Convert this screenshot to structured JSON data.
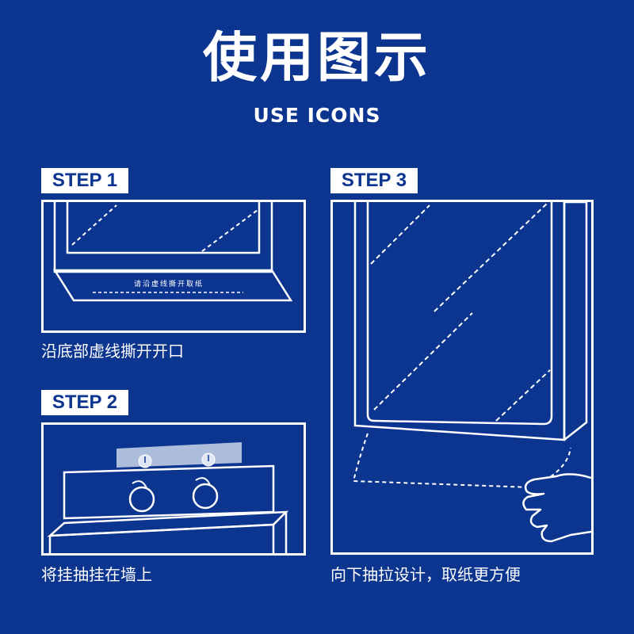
{
  "header": {
    "title": "使用图示",
    "subtitle": "USE ICONS"
  },
  "steps": [
    {
      "tag": "STEP 1",
      "caption": "沿底部虚线撕开开口",
      "tear_label": "请沿虚线撕开取纸"
    },
    {
      "tag": "STEP 2",
      "caption": "将挂抽挂在墙上"
    },
    {
      "tag": "STEP 3",
      "caption": "向下抽拉设计，取纸更方便"
    }
  ],
  "colors": {
    "background": "#0c3590",
    "line": "#ffffff",
    "tape": "#c9d6ea"
  }
}
